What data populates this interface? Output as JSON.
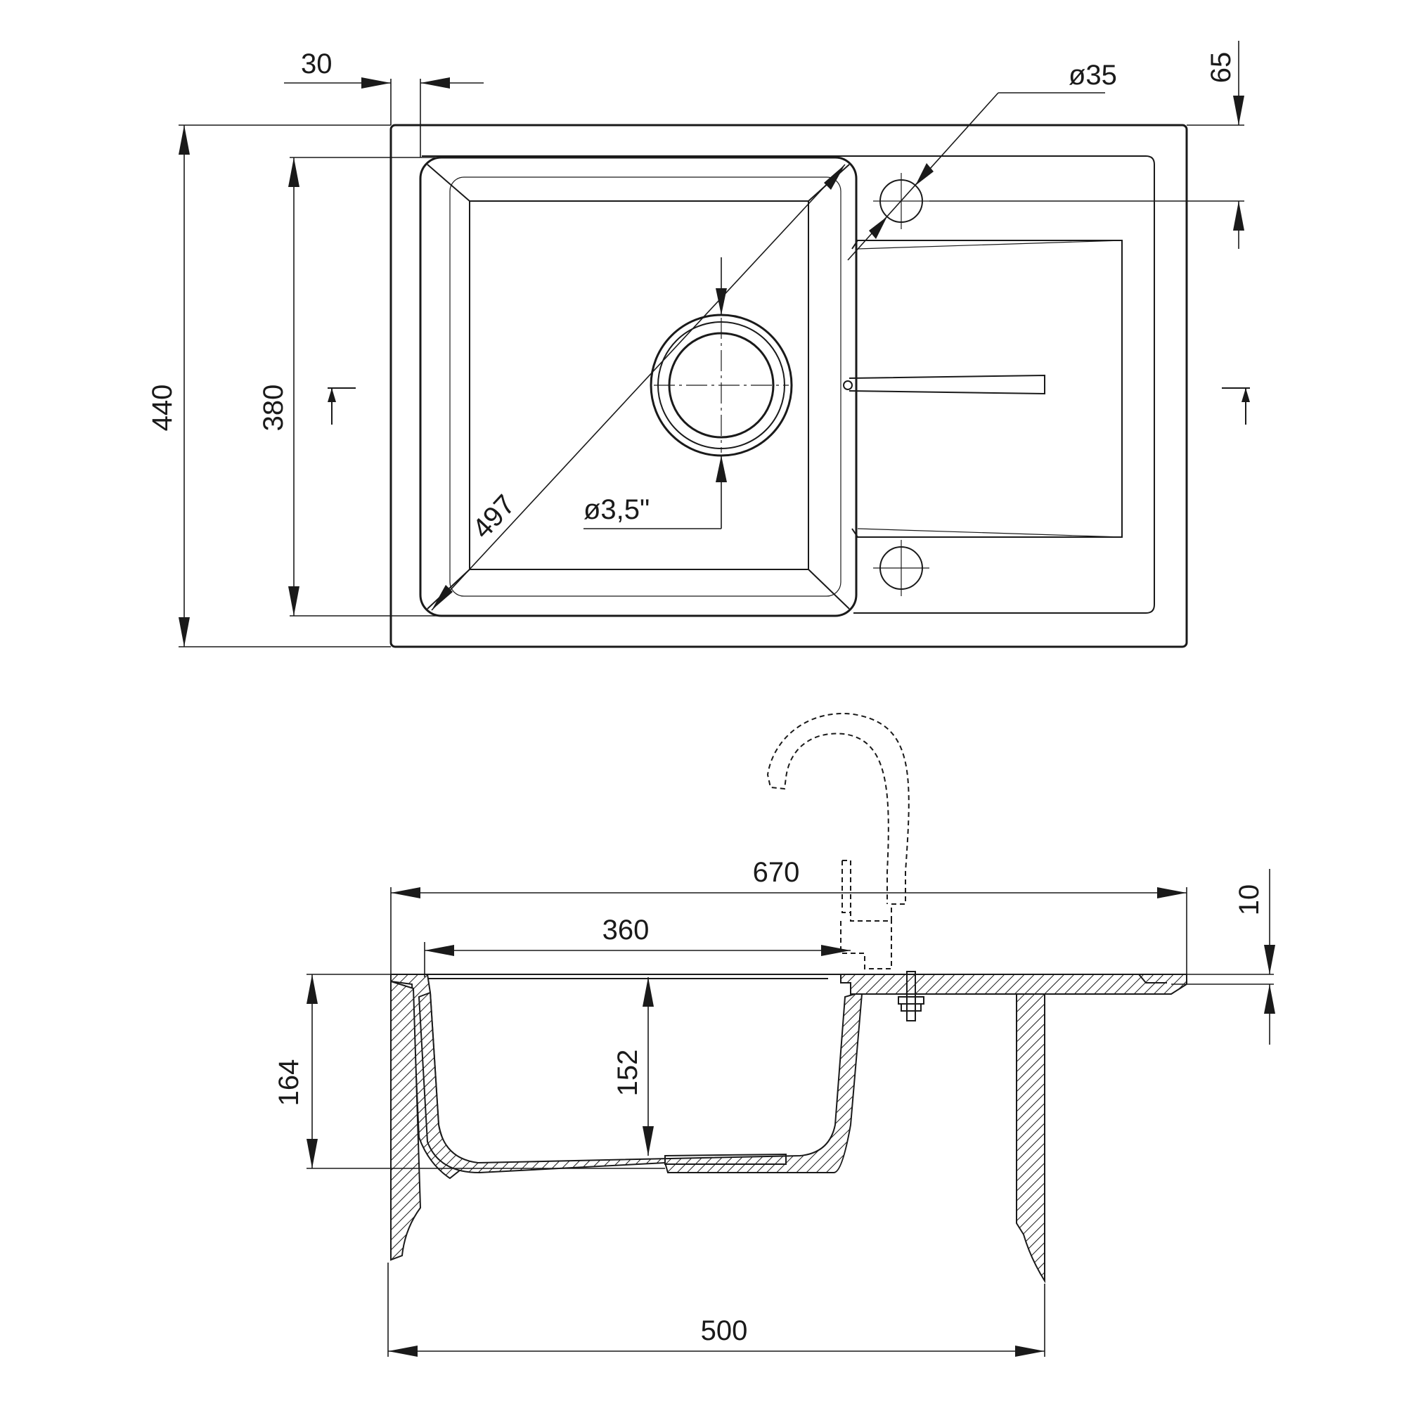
{
  "top_view": {
    "width_offset_label": "30",
    "tap_hole_offset_label": "65",
    "tap_hole_diameter_label": "ø35",
    "overall_depth_label": "440",
    "bowl_depth_label": "380",
    "bowl_diagonal_label": "497",
    "drain_diameter_label": "ø3,5\""
  },
  "side_view": {
    "overall_width_label": "670",
    "bowl_width_label": "360",
    "rim_thickness_label": "10",
    "total_height_label": "164",
    "bowl_height_label": "152",
    "cabinet_width_label": "500"
  }
}
